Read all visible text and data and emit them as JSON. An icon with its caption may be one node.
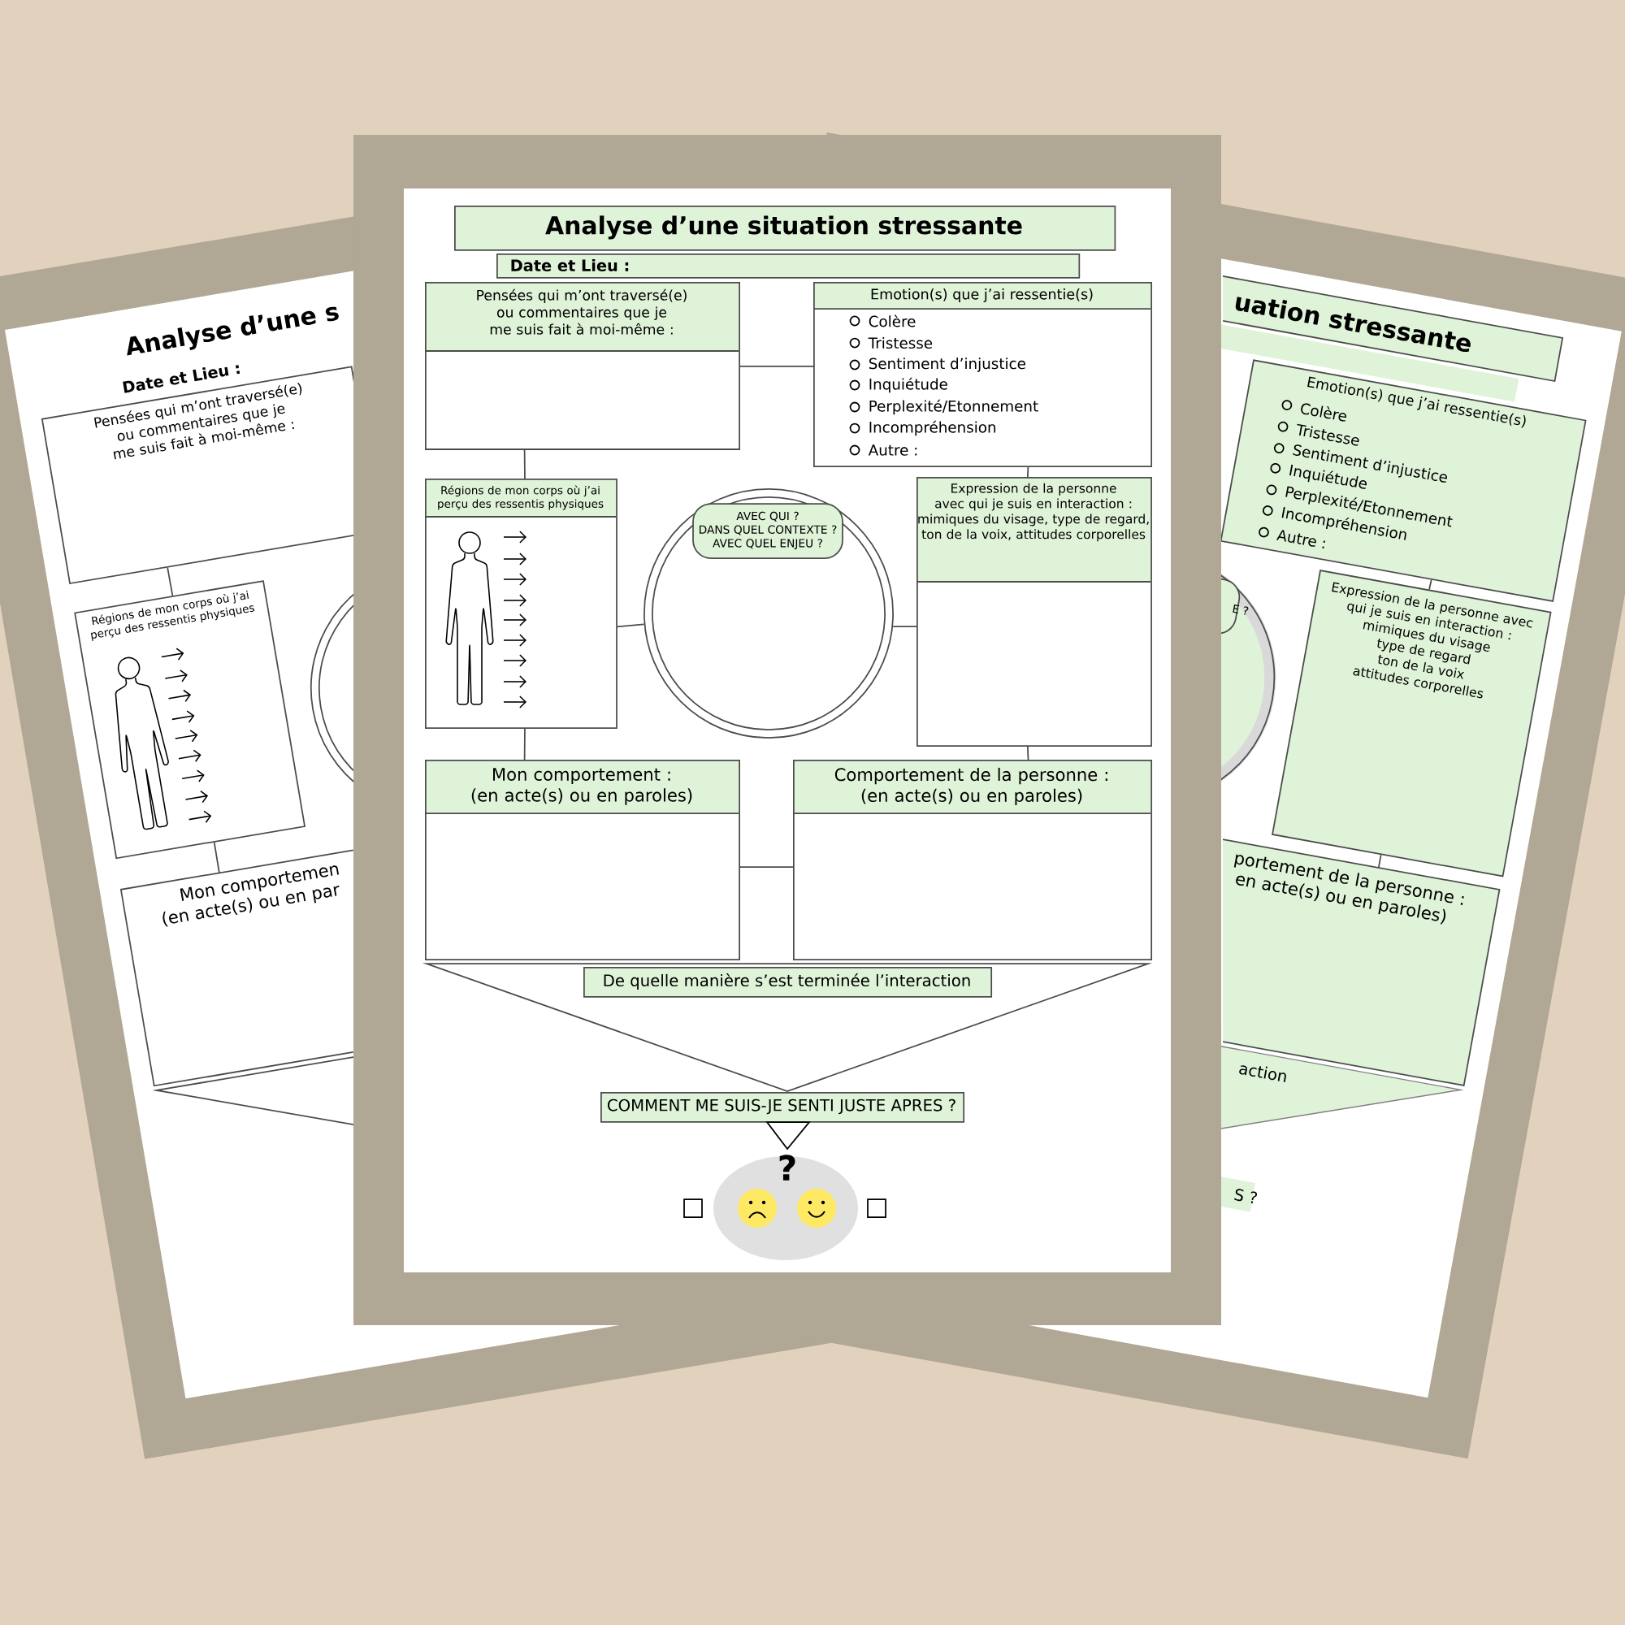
{
  "diagram": {
    "nodes": [
      {
        "text": [
          "Analyse d’une situation stressante"
        ]
      },
      {
        "text": [
          "Date et Lieu :"
        ]
      },
      {
        "text": [
          "Pensées qui m’ont traversé(e) ou commentaires que je me suis fait à moi-même :"
        ]
      },
      {
        "text": [
          "Emotion(s) que j’ai ressentie(s)",
          "Colère",
          "Tristesse",
          "Sentiment d’injustice",
          "Inquiétude",
          "Perplexité/Etonnement",
          "Incompréhension",
          "Autre :"
        ]
      },
      {
        "text": [
          "Régions de mon corps où j’ai perçu des ressentis physiques"
        ]
      },
      {
        "text": [
          "AVEC QUI ?",
          "DANS QUEL CONTEXTE ?",
          "AVEC QUEL ENJEU ?"
        ]
      },
      {
        "text": [
          "Expression de la personne avec qui je suis en interaction :",
          "mimiques du visage, type de regard, ton de la voix, attitudes corporelles"
        ]
      },
      {
        "text": [
          "Mon comportement :",
          "(en acte(s) ou en paroles)"
        ]
      },
      {
        "text": [
          "Comportement de la personne :",
          "(en acte(s) ou en paroles)"
        ]
      },
      {
        "text": [
          "De quelle manière s’est terminée l’interaction"
        ]
      },
      {
        "text": [
          "COMMENT ME SUIS-JE SENTI JUSTE APRES ?"
        ]
      },
      {
        "text": [
          "?"
        ]
      },
      {
        "text": [
          "Pensées qui m’ont traversé(e) ou commentaires que je me suis fait à moi-même :"
        ]
      },
      {
        "text": [
          "Régions de mon corps où j’ai perçu des ressentis physiques"
        ]
      },
      {
        "text": [
          "Mon comportemen",
          "(en acte(s) ou en par"
        ]
      },
      {
        "text": [
          "uation stressante"
        ]
      },
      {
        "text": [
          "Emotion(s) que j’ai ressentie(s)",
          "Colère",
          "Tristesse",
          "Sentiment d’injustice",
          "Inquiétude",
          "Perplexité/Etonnement",
          "Incompréhension",
          "Autre :"
        ]
      },
      {
        "text": [
          "Expression de la personne avec qui je suis en interaction :",
          "mimiques du visage",
          "type de regard",
          "ton de la voix",
          "attitudes corporelles"
        ]
      },
      {
        "text": [
          "portement de la personne :",
          "en acte(s) ou en paroles)"
        ]
      }
    ],
    "edges": [
      {
        "from": 2,
        "to": 3,
        "arrow": "none"
      },
      {
        "from": 2,
        "to": 4,
        "arrow": "none"
      },
      {
        "from": 3,
        "to": 6,
        "arrow": "none"
      },
      {
        "from": 4,
        "to": 5,
        "arrow": "none"
      },
      {
        "from": 5,
        "to": 6,
        "arrow": "none"
      },
      {
        "from": 4,
        "to": 7,
        "arrow": "none"
      },
      {
        "from": 6,
        "to": 8,
        "arrow": "none"
      },
      {
        "from": 7,
        "to": 8,
        "arrow": "none"
      },
      {
        "from": 12,
        "to": 13,
        "arrow": "none"
      },
      {
        "from": 13,
        "to": 14,
        "arrow": "none"
      },
      {
        "from": 16,
        "to": 17,
        "arrow": "none"
      },
      {
        "from": 17,
        "to": 18,
        "arrow": "none"
      }
    ],
    "labels": [
      "Analyse d’une s",
      "Date et Lieu :",
      "E ?",
      "action",
      "S ?"
    ]
  }
}
